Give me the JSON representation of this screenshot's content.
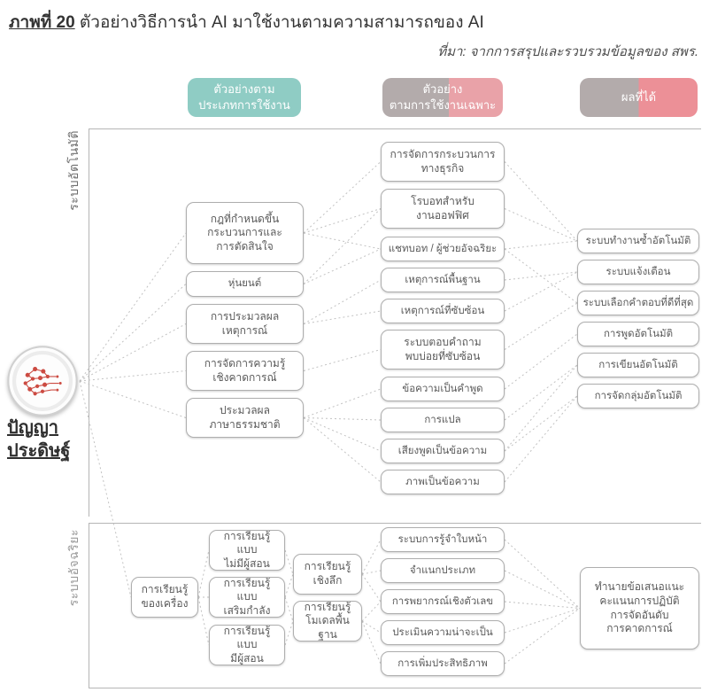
{
  "figure": {
    "label": "ภาพที่ 20",
    "title": " ตัวอย่างวิธีการนำ AI มาใช้งานตามความสามารถของ AI",
    "source": "ที่มา:  จากการสรุปและรวบรวมข้อมูลของ สพร."
  },
  "headers": [
    {
      "label": "ตัวอย่างตาม\nประเภทการใช้งาน"
    },
    {
      "label": "ตัวอย่าง\nตามการใช้งานเฉพาะ"
    },
    {
      "label": "ผลที่ได้"
    }
  ],
  "root_label": "ปัญญา\nประดิษฐ์",
  "sections": [
    {
      "label": "ระบบอัตโนมัติ"
    },
    {
      "label": "ระบบอัจฉริยะ"
    }
  ],
  "nodes": {
    "t1": "กฎที่กำหนดขึ้น\nกระบวนการและ\nการตัดสินใจ",
    "t2": "หุ่นยนต์",
    "t3": "การประมวลผล\nเหตุการณ์",
    "t4": "การจัดการความรู้\nเชิงคาดการณ์",
    "t5": "ประมวลผล\nภาษาธรรมชาติ",
    "u1": "การจัดการกระบวนการ\nทางธุรกิจ",
    "u2": "โรบอทสำหรับ\nงานออฟฟิศ",
    "u3": "แชทบอท / ผู้ช่วยอัจฉริยะ",
    "u4": "เหตุการณ์พื้นฐาน",
    "u5": "เหตุการณ์ที่ซับซ้อน",
    "u6": "ระบบตอบคำถาม\nพบบ่อยที่ซับซ้อน",
    "u7": "ข้อความเป็นคำพูด",
    "u8": "การแปล",
    "u9": "เสียงพูดเป็นข้อความ",
    "u10": "ภาพเป็นข้อความ",
    "r1": "ระบบทำงานซ้ำอัตโนมัติ",
    "r2": "ระบบแจ้งเตือน",
    "r3": "ระบบเลือกคำตอบที่ดีที่สุด",
    "r4": "การพูดอัตโนมัติ",
    "r5": "การเขียนอัตโนมัติ",
    "r6": "การจัดกลุ่มอัตโนมัติ",
    "ml": "การเรียนรู้\nของเครื่อง",
    "b1": "การเรียนรู้แบบ\nไม่มีผู้สอน",
    "b2": "การเรียนรู้แบบ\nเสริมกำลัง",
    "b3": "การเรียนรู้แบบ\nมีผู้สอน",
    "d1": "การเรียนรู้\nเชิงลึก",
    "d2": "การเรียนรู้\nโมเดลพื้นฐาน",
    "s1": "ระบบการรู้จำใบหน้า",
    "s2": "จำแนกประเภท",
    "s3": "การพยากรณ์เชิงตัวเลข",
    "s4": "ประเมินความน่าจะเป็น",
    "s5": "การเพิ่มประสิทธิภาพ",
    "res": "ทำนายข้อเสนอแนะ\nคะแนนการปฏิบัติ\nการจัดอันดับ\nการคาดการณ์"
  },
  "edges": [
    [
      "root",
      "t1"
    ],
    [
      "root",
      "t2"
    ],
    [
      "root",
      "t3"
    ],
    [
      "root",
      "t4"
    ],
    [
      "root",
      "t5"
    ],
    [
      "root",
      "ml"
    ],
    [
      "t1",
      "u1"
    ],
    [
      "t1",
      "u2"
    ],
    [
      "t1",
      "u3"
    ],
    [
      "t2",
      "u2"
    ],
    [
      "t2",
      "u3"
    ],
    [
      "t3",
      "u4"
    ],
    [
      "t3",
      "u5"
    ],
    [
      "t4",
      "u6"
    ],
    [
      "t5",
      "u7"
    ],
    [
      "t5",
      "u8"
    ],
    [
      "t5",
      "u9"
    ],
    [
      "t5",
      "u10"
    ],
    [
      "u1",
      "r1"
    ],
    [
      "u2",
      "r1"
    ],
    [
      "u3",
      "r1"
    ],
    [
      "u3",
      "r3"
    ],
    [
      "u4",
      "r2"
    ],
    [
      "u5",
      "r2"
    ],
    [
      "u6",
      "r3"
    ],
    [
      "u7",
      "r4"
    ],
    [
      "u8",
      "r5"
    ],
    [
      "u9",
      "r5"
    ],
    [
      "u9",
      "r6"
    ],
    [
      "u10",
      "r6"
    ],
    [
      "ml",
      "b1"
    ],
    [
      "ml",
      "b2"
    ],
    [
      "ml",
      "b3"
    ],
    [
      "b1",
      "d1"
    ],
    [
      "b2",
      "d1"
    ],
    [
      "b2",
      "d2"
    ],
    [
      "b3",
      "d2"
    ],
    [
      "d1",
      "s1"
    ],
    [
      "d1",
      "s2"
    ],
    [
      "d1",
      "s3"
    ],
    [
      "d2",
      "s3"
    ],
    [
      "d2",
      "s4"
    ],
    [
      "d2",
      "s5"
    ],
    [
      "s1",
      "res"
    ],
    [
      "s2",
      "res"
    ],
    [
      "s3",
      "res"
    ],
    [
      "s4",
      "res"
    ],
    [
      "s5",
      "res"
    ]
  ],
  "colors": {
    "teal": "#8fccc4",
    "gray": "#b3abab",
    "pink": "#e9a2a8",
    "red": "#ec9097",
    "node_border": "#aeaeae",
    "connector": "#c2c2c2",
    "brain_red": "#cc4b42"
  }
}
